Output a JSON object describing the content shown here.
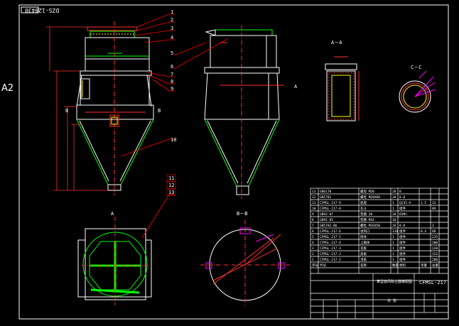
{
  "sheet": {
    "size_label": "A2",
    "frame_code": "DZS-128430"
  },
  "part_numbers": [
    "1",
    "2",
    "3",
    "4",
    "5",
    "6",
    "7",
    "8",
    "9",
    "10",
    "11",
    "12",
    "13"
  ],
  "section_labels": {
    "aa": "A－A",
    "bb": "B－B",
    "cc": "C－C",
    "a": "A",
    "b": "B"
  },
  "title_block": {
    "drawing_no": "CFMSL-217",
    "name": "某型旋风除尘器装配图",
    "qty_label": "共 张",
    "bom_rows": [
      {
        "no": "13",
        "code": "GB6170",
        "name": "螺母 M20",
        "qty": "20",
        "mat": "8",
        "unit": "",
        "total": ""
      },
      {
        "no": "12",
        "code": "GB5782",
        "name": "螺栓 M20X60",
        "qty": "20",
        "mat": "8.8",
        "unit": "",
        "total": ""
      },
      {
        "no": "11",
        "code": "CFMSL-217-9",
        "name": "底座",
        "qty": "1",
        "mat": "Q235-A",
        "unit": "1.5",
        "total": "12"
      },
      {
        "no": "10",
        "code": "CFMSL-217-8",
        "name": "灰斗",
        "qty": "1",
        "mat": "组件",
        "unit": "",
        "total": "89"
      },
      {
        "no": "9",
        "code": "GB93-87",
        "name": "垫圈 20",
        "qty": "20",
        "mat": "65Mn",
        "unit": "",
        "total": ""
      },
      {
        "no": "8",
        "code": "GB95-85",
        "name": "垫圈 M16",
        "qty": "16",
        "mat": "",
        "unit": "",
        "total": ""
      },
      {
        "no": "7",
        "code": "GB5782-86",
        "name": "螺栓 M16X50",
        "qty": "16",
        "mat": "8.8",
        "unit": "",
        "total": "3"
      },
      {
        "no": "6",
        "code": "CFMSL-217-6",
        "name": "进风口",
        "qty": "310",
        "mat": "组件",
        "unit": "0.4",
        "total": "88"
      },
      {
        "no": "5",
        "code": "CFMSL-217-5",
        "name": "筒体",
        "qty": "1",
        "mat": "组件",
        "unit": "",
        "total": "225"
      },
      {
        "no": "4",
        "code": "CFMSL-217-4",
        "name": "上箱体",
        "qty": "1",
        "mat": "组件",
        "unit": "",
        "total": "300"
      },
      {
        "no": "3",
        "code": "CFMSL-217-3",
        "name": "花板",
        "qty": "1",
        "mat": "组件",
        "unit": "",
        "total": "120"
      },
      {
        "no": "2",
        "code": "CFMSL-217-2",
        "name": "盖板",
        "qty": "1",
        "mat": "组件",
        "unit": "",
        "total": "152"
      },
      {
        "no": "1",
        "code": "CFMSL-217-1",
        "name": "顶盖",
        "qty": "1",
        "mat": "组件",
        "unit": "",
        "total": "280"
      }
    ],
    "bom_header": [
      "序号",
      "代号",
      "名称",
      "数量",
      "材料",
      "单重",
      "总重"
    ]
  },
  "colors": {
    "background": "#000000",
    "outline": "#ffffff",
    "body": "#00ff00",
    "dimension": "#ff3030",
    "section": "#ff00ff",
    "leader": "#ff0000",
    "accent": "#ffff00",
    "hatch": "#ff3030"
  }
}
